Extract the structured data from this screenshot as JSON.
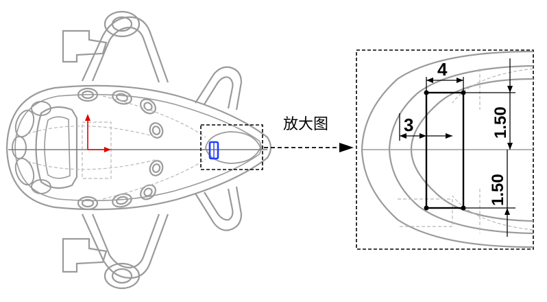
{
  "callout_label": "放大图",
  "dimensions": {
    "width_top": "4",
    "offset_left": "3",
    "height_upper": "1.50",
    "height_lower": "1.50"
  },
  "colors": {
    "model_lines": "#9a9a9a",
    "hidden_lines": "#b8b8b8",
    "sketch_highlight": "#1f3cff",
    "axis_marker": "#e00000",
    "dim_lines": "#000000"
  }
}
